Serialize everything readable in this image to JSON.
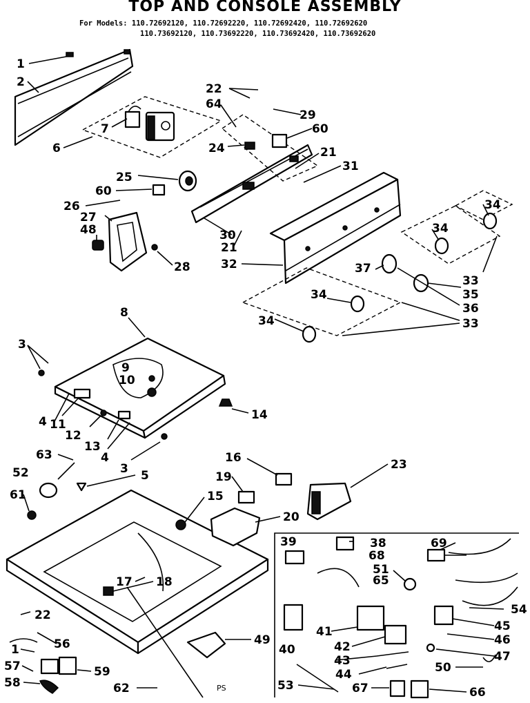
{
  "title": "TOP AND CONSOLE ASSEMBLY",
  "models_prefix": "For Models:",
  "models_line1": "110.72692120, 110.72692220, 110.72692420, 110.72692620",
  "models_line2": "110.73692120, 110.73692220, 110.73692420, 110.73692620",
  "footer_code": "PS",
  "callouts": {
    "c1a": "1",
    "c2": "2",
    "c6": "6",
    "c7": "7",
    "c22a": "22",
    "c64": "64",
    "c29": "29",
    "c60a": "60",
    "c24": "24",
    "c21a": "21",
    "c31": "31",
    "c25": "25",
    "c60b": "60",
    "c26": "26",
    "c27": "27",
    "c48": "48",
    "c28": "28",
    "c30": "30",
    "c21b": "21",
    "c32": "32",
    "c34a": "34",
    "c34b": "34",
    "c37": "37",
    "c33a": "33",
    "c35": "35",
    "c36": "36",
    "c34c": "34",
    "c34d": "34",
    "c33b": "33",
    "c8": "8",
    "c3a": "3",
    "c9": "9",
    "c10": "10",
    "c4a": "4",
    "c11": "11",
    "c12": "12",
    "c13": "13",
    "c4b": "4",
    "c14": "14",
    "c3b": "3",
    "c16": "16",
    "c23": "23",
    "c63": "63",
    "c52": "52",
    "c5": "5",
    "c19": "19",
    "c15": "15",
    "c61": "61",
    "c20": "20",
    "c39": "39",
    "c38": "38",
    "c69": "69",
    "c68": "68",
    "c51": "51",
    "c65": "65",
    "c17": "17",
    "c18": "18",
    "c54": "54",
    "c22b": "22",
    "c41": "41",
    "c45": "45",
    "c56": "56",
    "c49": "49",
    "c42": "42",
    "c46": "46",
    "c1b": "1",
    "c40": "40",
    "c43": "43",
    "c47": "47",
    "c57": "57",
    "c59": "59",
    "c50": "50",
    "c44": "44",
    "c58": "58",
    "c62": "62",
    "c53": "53",
    "c67": "67",
    "c66": "66"
  }
}
